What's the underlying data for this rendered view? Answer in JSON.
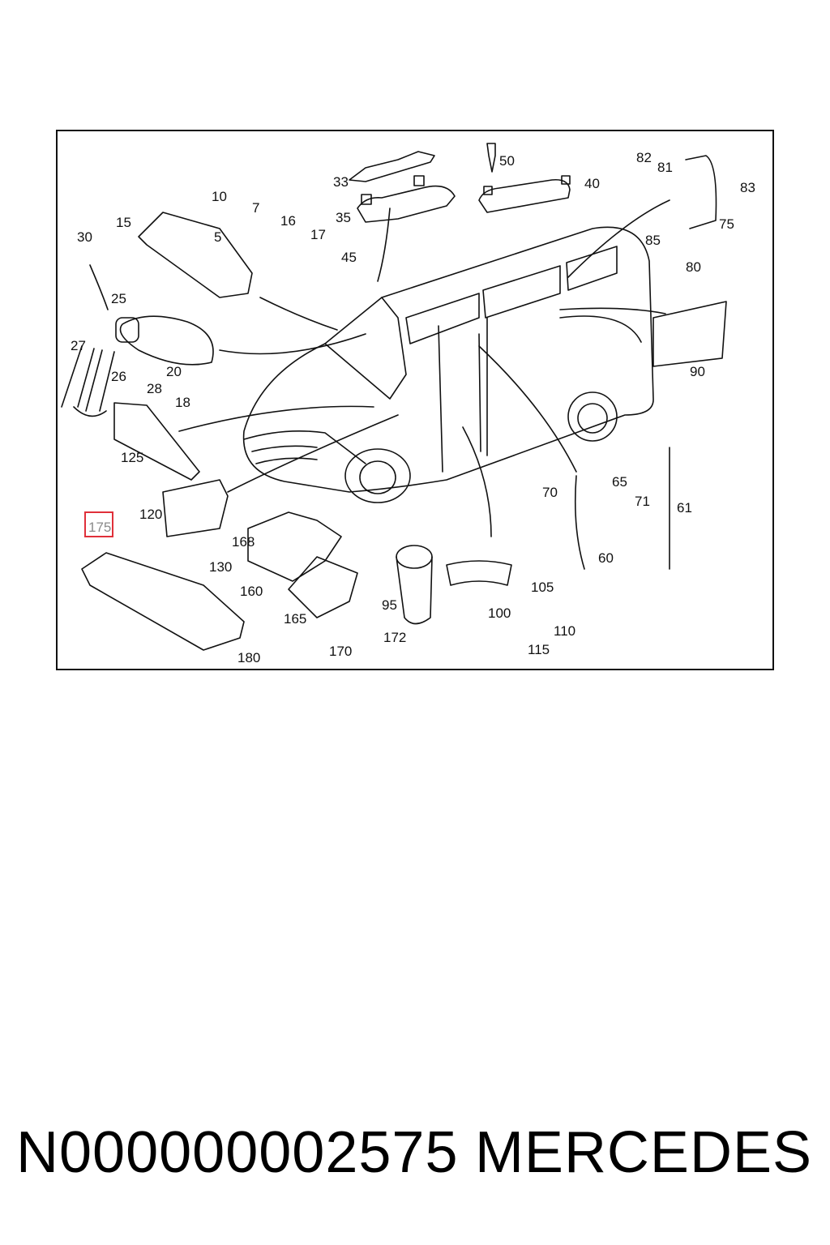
{
  "diagram": {
    "callouts": [
      "10",
      "15",
      "5",
      "7",
      "16",
      "17",
      "33",
      "35",
      "45",
      "50",
      "40",
      "82",
      "81",
      "83",
      "75",
      "85",
      "80",
      "30",
      "25",
      "27",
      "26",
      "20",
      "28",
      "18",
      "90",
      "125",
      "120",
      "175",
      "168",
      "130",
      "160",
      "165",
      "95",
      "100",
      "105",
      "110",
      "115",
      "170",
      "172",
      "70",
      "65",
      "71",
      "61",
      "60",
      "180"
    ],
    "highlighted_callout": "175",
    "highlight_color": "#e0303a"
  },
  "footer": {
    "part_number": "N000000002575",
    "brand": "MERCEDES"
  }
}
